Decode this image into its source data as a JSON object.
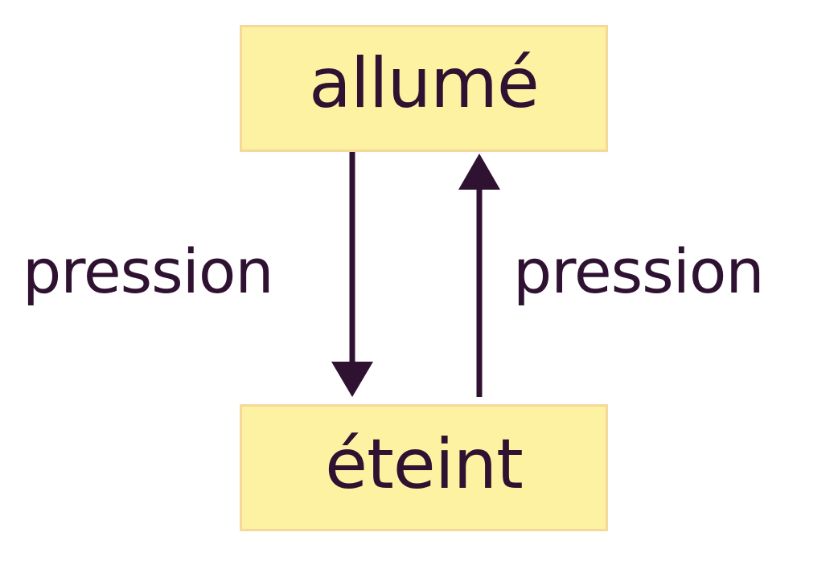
{
  "states": {
    "top": "allumé",
    "bottom": "éteint"
  },
  "transitions": {
    "down": "pression",
    "up": "pression"
  },
  "colors": {
    "box_fill": "#fdf2a1",
    "box_border": "#f5d89a",
    "ink": "#2f1231"
  }
}
